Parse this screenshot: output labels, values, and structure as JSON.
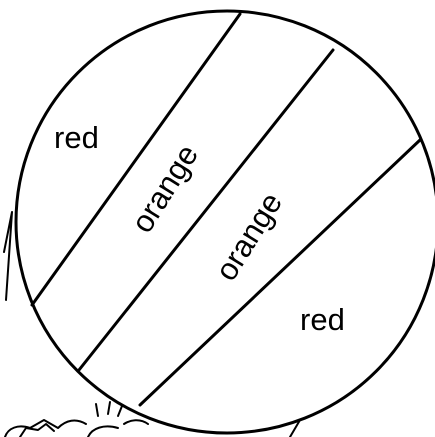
{
  "diagram": {
    "labels": {
      "band_1": "red",
      "band_2": "orange",
      "band_3": "orange",
      "band_4": "red"
    },
    "colors": {
      "line": "#000000",
      "background": "#ffffff"
    }
  }
}
